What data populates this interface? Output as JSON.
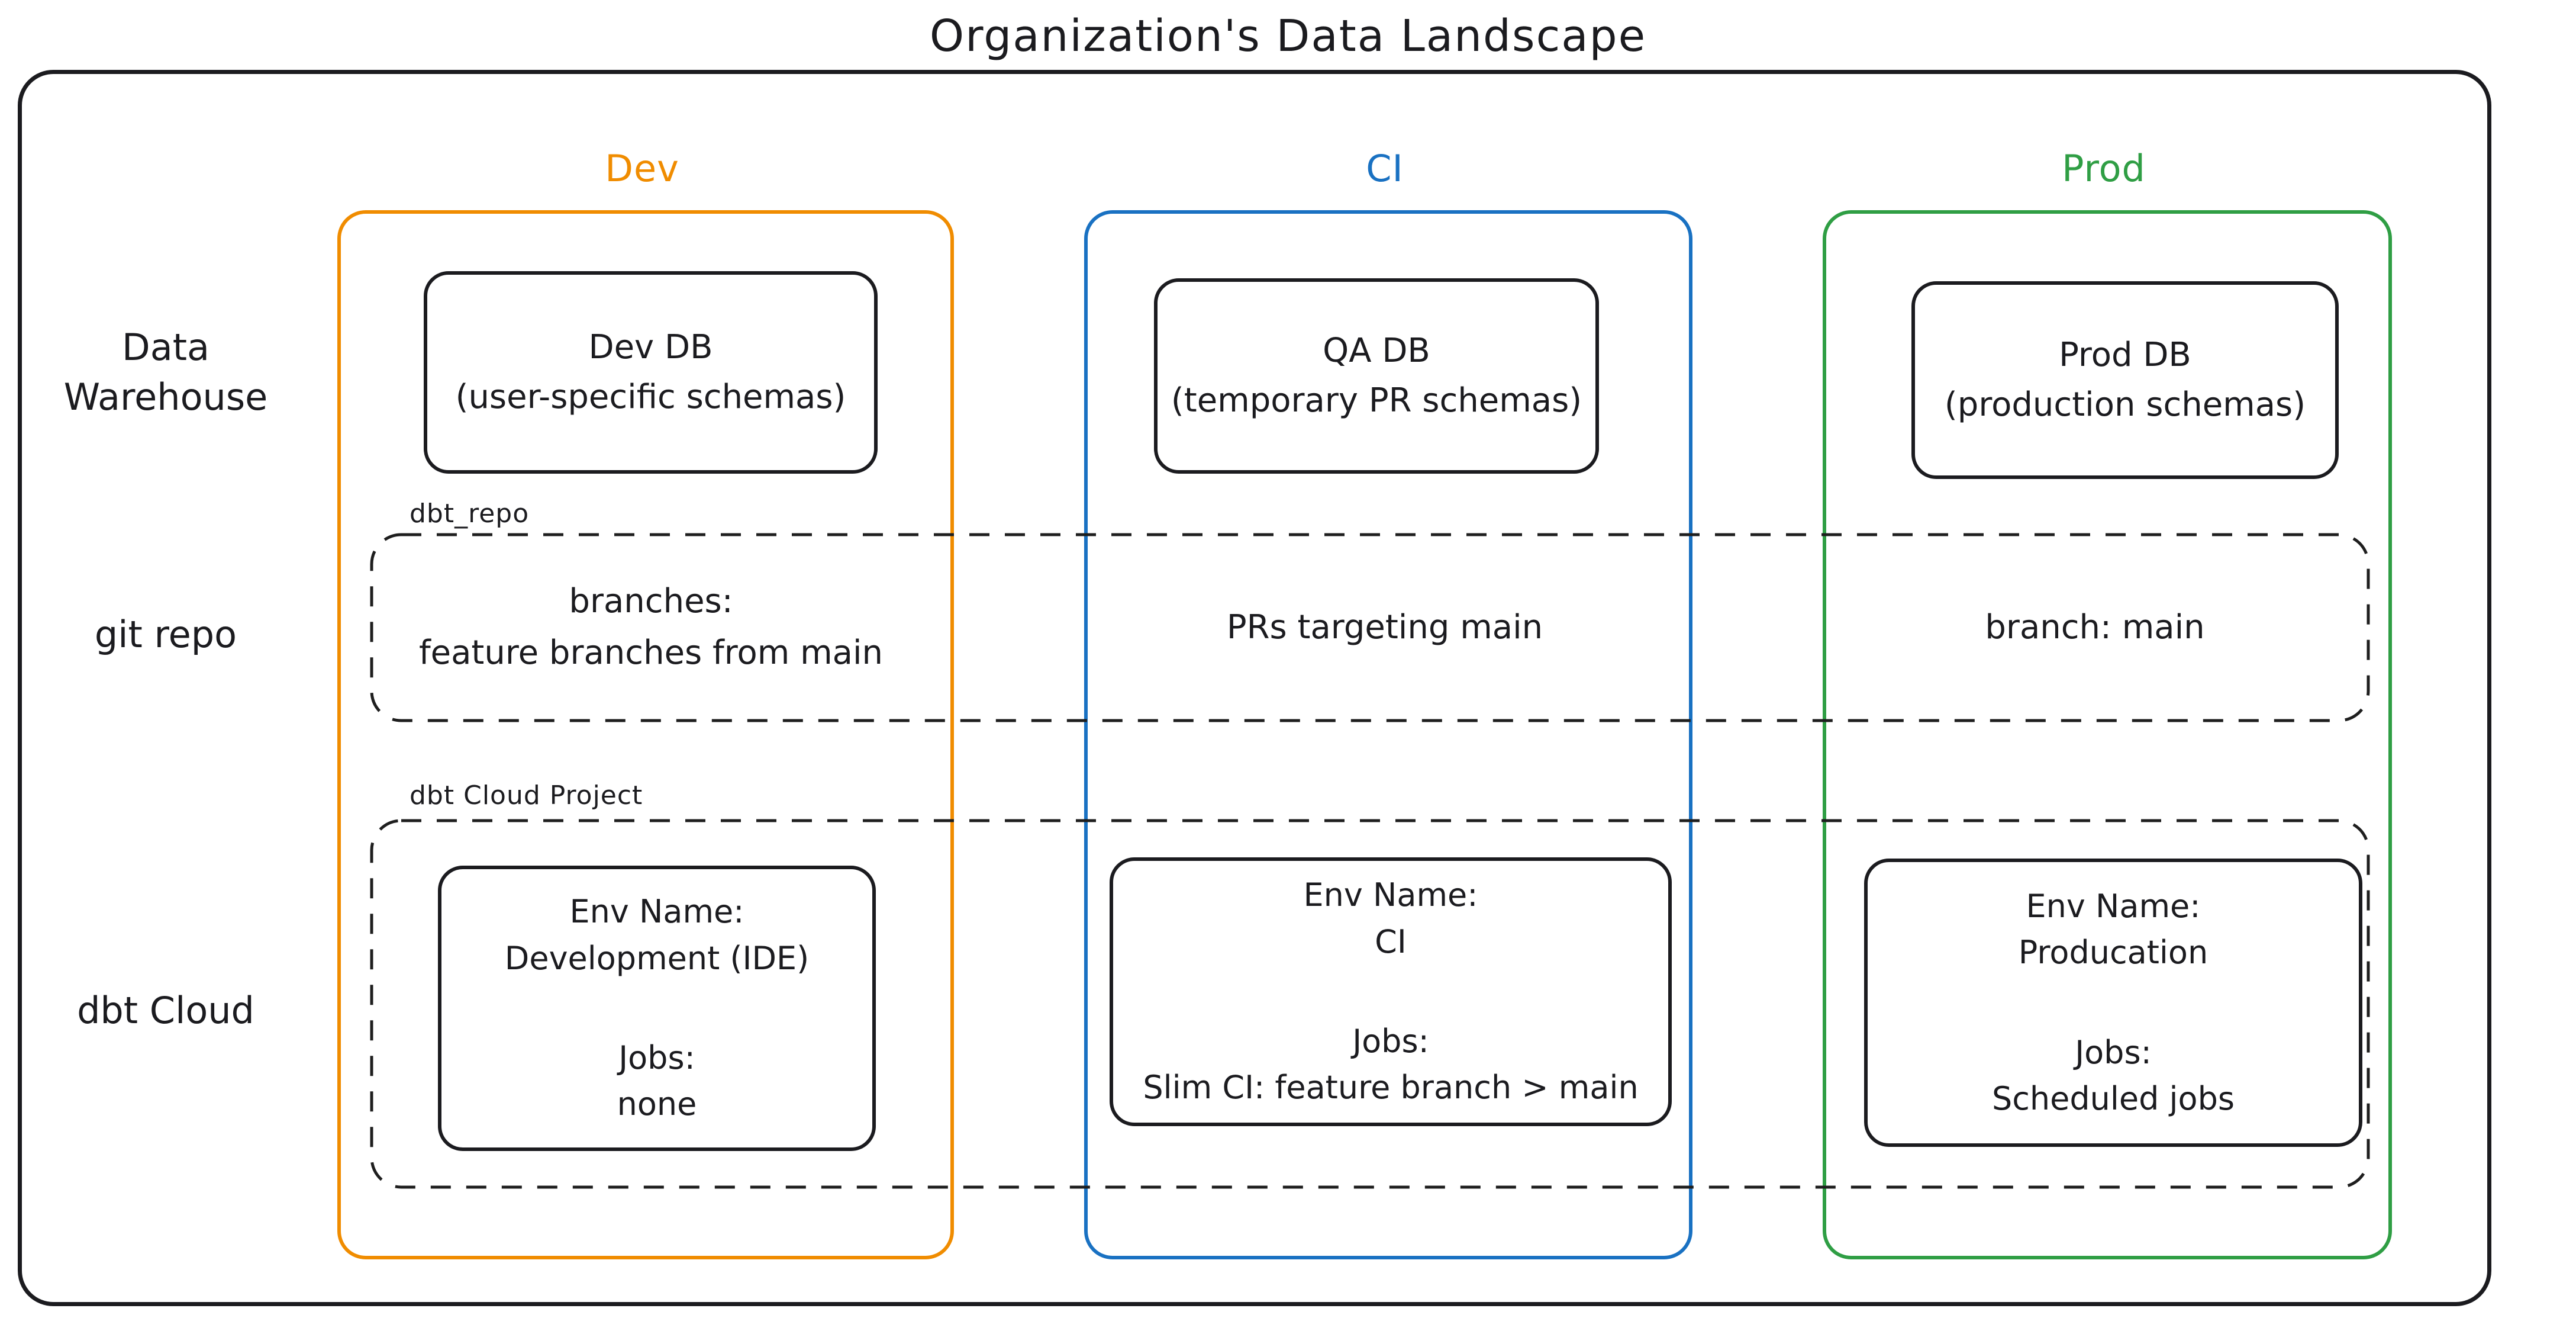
{
  "title": "Organization's Data Landscape",
  "colors": {
    "dev": "#f08c00",
    "ci": "#1971c2",
    "prod": "#2f9e44",
    "ink": "#1b1b1f"
  },
  "rows": [
    {
      "id": "data-warehouse",
      "label": "Data\nWarehouse"
    },
    {
      "id": "git-repo",
      "label": "git repo"
    },
    {
      "id": "dbt-cloud",
      "label": "dbt Cloud"
    }
  ],
  "git_section": {
    "label": "dbt_repo"
  },
  "dbt_section": {
    "label": "dbt Cloud Project"
  },
  "columns": [
    {
      "id": "dev",
      "header": "Dev",
      "db": {
        "title": "Dev DB",
        "subtitle": "(user-specific schemas)"
      },
      "git_text": "branches:\nfeature branches from main",
      "env": {
        "name_label": "Env Name:",
        "name": "Development (IDE)",
        "jobs_label": "Jobs:",
        "jobs": "none"
      }
    },
    {
      "id": "ci",
      "header": "CI",
      "db": {
        "title": "QA DB",
        "subtitle": "(temporary PR schemas)"
      },
      "git_text": "PRs targeting main",
      "env": {
        "name_label": "Env Name:",
        "name": "CI",
        "jobs_label": "Jobs:",
        "jobs": "Slim CI: feature branch > main"
      }
    },
    {
      "id": "prod",
      "header": "Prod",
      "db": {
        "title": "Prod DB",
        "subtitle": "(production schemas)"
      },
      "git_text": "branch: main",
      "env": {
        "name_label": "Env Name:",
        "name": "Producation",
        "jobs_label": "Jobs:",
        "jobs": "Scheduled jobs"
      }
    }
  ]
}
